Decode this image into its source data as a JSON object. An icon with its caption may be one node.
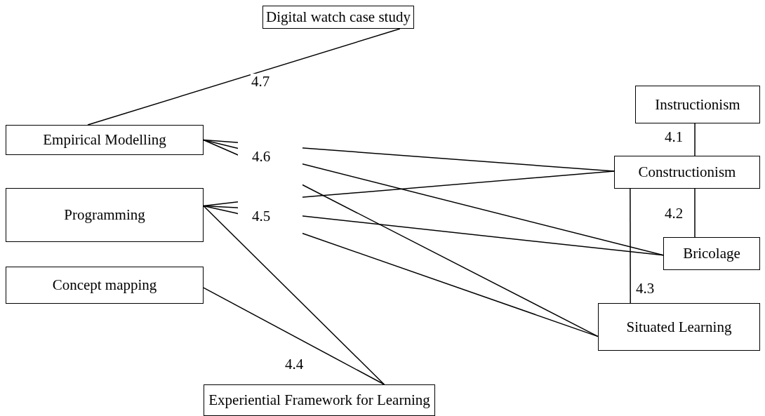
{
  "diagram": {
    "nodes": [
      {
        "text": [
          "Digital watch case study"
        ]
      },
      {
        "text": [
          "Empirical Modelling"
        ]
      },
      {
        "text": [
          "Programming"
        ]
      },
      {
        "text": [
          "Concept mapping"
        ]
      },
      {
        "text": [
          "Instructionism"
        ]
      },
      {
        "text": [
          "Constructionism"
        ]
      },
      {
        "text": [
          "Bricolage"
        ]
      },
      {
        "text": [
          "Situated Learning"
        ]
      },
      {
        "text": [
          "Experiential Framework for Learning"
        ]
      }
    ],
    "edges": [
      {
        "from": 1,
        "to": 0,
        "arrow": "none",
        "label": "4.7"
      },
      {
        "from": 4,
        "to": 5,
        "arrow": "none",
        "label": "4.1"
      },
      {
        "from": 5,
        "to": 6,
        "arrow": "none",
        "label": "4.2"
      },
      {
        "from": 5,
        "to": 7,
        "arrow": "none",
        "label": "4.3"
      },
      {
        "from": 1,
        "to": 5,
        "arrow": "none",
        "label": "4.6"
      },
      {
        "from": 1,
        "to": 6,
        "arrow": "none"
      },
      {
        "from": 1,
        "to": 7,
        "arrow": "none"
      },
      {
        "from": 2,
        "to": 5,
        "arrow": "none",
        "label": "4.5"
      },
      {
        "from": 2,
        "to": 6,
        "arrow": "none"
      },
      {
        "from": 2,
        "to": 7,
        "arrow": "none"
      },
      {
        "from": 3,
        "to": 8,
        "arrow": "none",
        "label": "4.4"
      },
      {
        "from": 2,
        "to": 8,
        "arrow": "none"
      }
    ]
  }
}
